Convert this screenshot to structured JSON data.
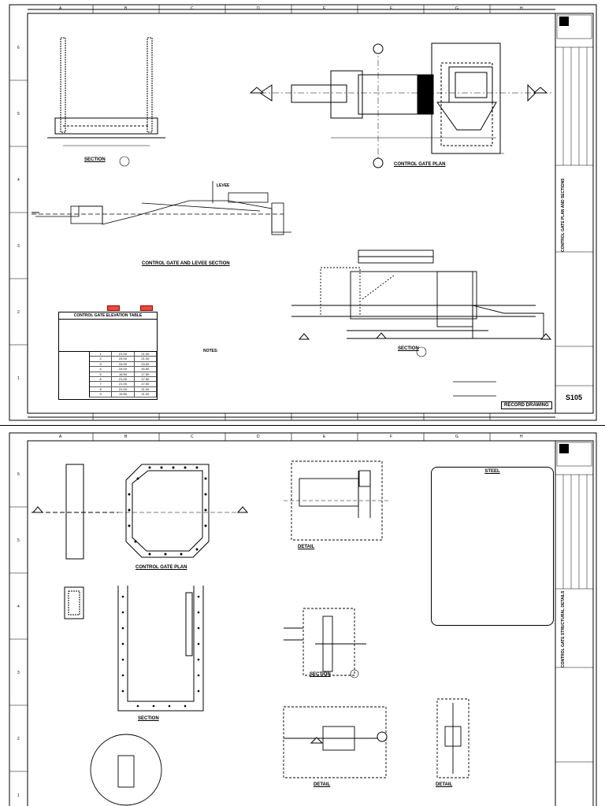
{
  "grid": {
    "letters": [
      "A",
      "B",
      "C",
      "D",
      "E",
      "F",
      "G",
      "H"
    ],
    "numbers": [
      "6",
      "5",
      "4",
      "3",
      "2",
      "1"
    ]
  },
  "sheet1": {
    "titles": {
      "section_top": "SECTION",
      "plan": "CONTROL GATE PLAN",
      "levee_section": "CONTROL GATE AND LEVEE SECTION",
      "section_lower": "SECTION",
      "levee": "LEVEE",
      "table_title": "CONTROL GATE ELEVATION TABLE",
      "notes_title": "NOTES:"
    },
    "table": {
      "rows": [
        [
          "1",
          "21.00",
          "21.00"
        ],
        [
          "2",
          "24.00",
          "21.00"
        ],
        [
          "3",
          "24.00",
          "23.00"
        ],
        [
          "4",
          "24.00",
          "16.50"
        ],
        [
          "5",
          "16.50",
          "17.50"
        ],
        [
          "6",
          "21.00",
          "17.50"
        ],
        [
          "7",
          "21.00",
          "17.50"
        ],
        [
          "8",
          "21.00",
          "21.00"
        ],
        [
          "9",
          "19.50",
          "21.00"
        ]
      ]
    },
    "stamp": "RECORD DRAWING",
    "sheet_number": "S105",
    "sidebar_text": "CONTROL GATE PLAN AND SECTIONS"
  },
  "sheet2": {
    "titles": {
      "plan": "CONTROL GATE PLAN",
      "detail1": "DETAIL",
      "section": "SECTION",
      "section2": "SECTION",
      "detail2": "DETAIL",
      "detail3": "DETAIL",
      "steel": "STEEL"
    },
    "sidebar_text": "CONTROL GATE STRUCTURAL DETAILS"
  },
  "colors": {
    "line": "#000000",
    "red": "#e74c3c",
    "paper": "#ffffff"
  }
}
